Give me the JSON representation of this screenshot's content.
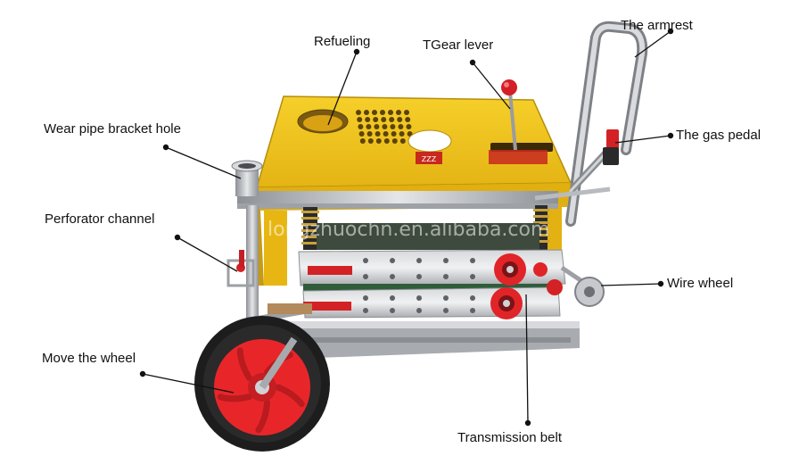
{
  "watermark": "longzhuochn.en.alibaba.com",
  "plate_text": "ZZZ",
  "labels": {
    "refueling": "Refueling",
    "gear_lever": "TGear lever",
    "armrest": "The armrest",
    "bracket_hole": "Wear pipe bracket hole",
    "gas_pedal": "The gas pedal",
    "perforator": "Perforator channel",
    "wire_wheel": "Wire wheel",
    "move_wheel": "Move the wheel",
    "transmission_belt": "Transmission belt"
  },
  "colors": {
    "body_yellow": "#f2c318",
    "body_shadow": "#c89a10",
    "steel": "#b9bcc0",
    "wheel_red": "#e8262a",
    "tire": "#1d1d1d",
    "pointer": "#111111"
  }
}
